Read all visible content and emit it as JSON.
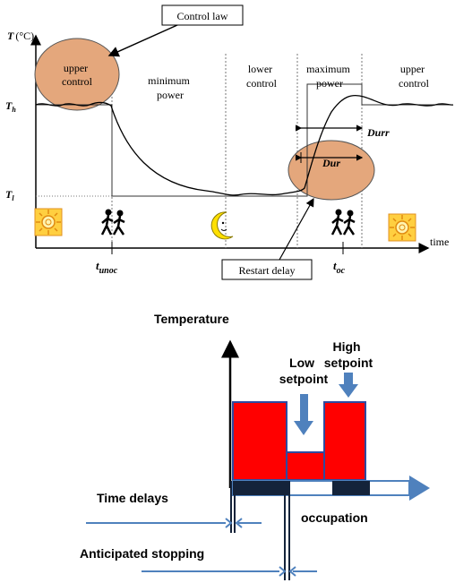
{
  "top_diagram": {
    "callout_control_law": "Control law",
    "callout_restart_delay": "Restart delay",
    "y_axis_symbol": "T",
    "y_axis_unit": "(°C)",
    "th_symbol": "T",
    "th_sub": "h",
    "tl_symbol": "T",
    "tl_sub": "l",
    "x_axis_label": "time",
    "t_unoc_symbol": "t",
    "t_unoc_sub": "unoc",
    "t_oc_symbol": "t",
    "t_oc_sub": "oc",
    "durr_label": "Durr",
    "dur_label": "Dur",
    "zones": {
      "upper_control_1": [
        "upper",
        "control"
      ],
      "minimum_power": [
        "minimum",
        "power"
      ],
      "lower_control": [
        "lower",
        "control"
      ],
      "maximum_power": [
        "maximum",
        "power"
      ],
      "upper_control_2": [
        "upper",
        "control"
      ]
    },
    "icons": [
      "sun-icon",
      "people-walking-icon",
      "moon-icon",
      "people-walking-icon",
      "sun-icon"
    ]
  },
  "bottom_diagram": {
    "temperature_label": "Temperature",
    "high_setpoint": [
      "High",
      "setpoint"
    ],
    "low_setpoint": [
      "Low",
      "setpoint"
    ],
    "time_delays": "Time delays",
    "occupation": "occupation",
    "anticipated_stopping": "Anticipated stopping",
    "colors": {
      "block_fill": "#ff0000",
      "block_stroke": "#2e4aa0",
      "arrow_blue": "#4f81bd",
      "occupied_segment": "#14233a"
    }
  }
}
